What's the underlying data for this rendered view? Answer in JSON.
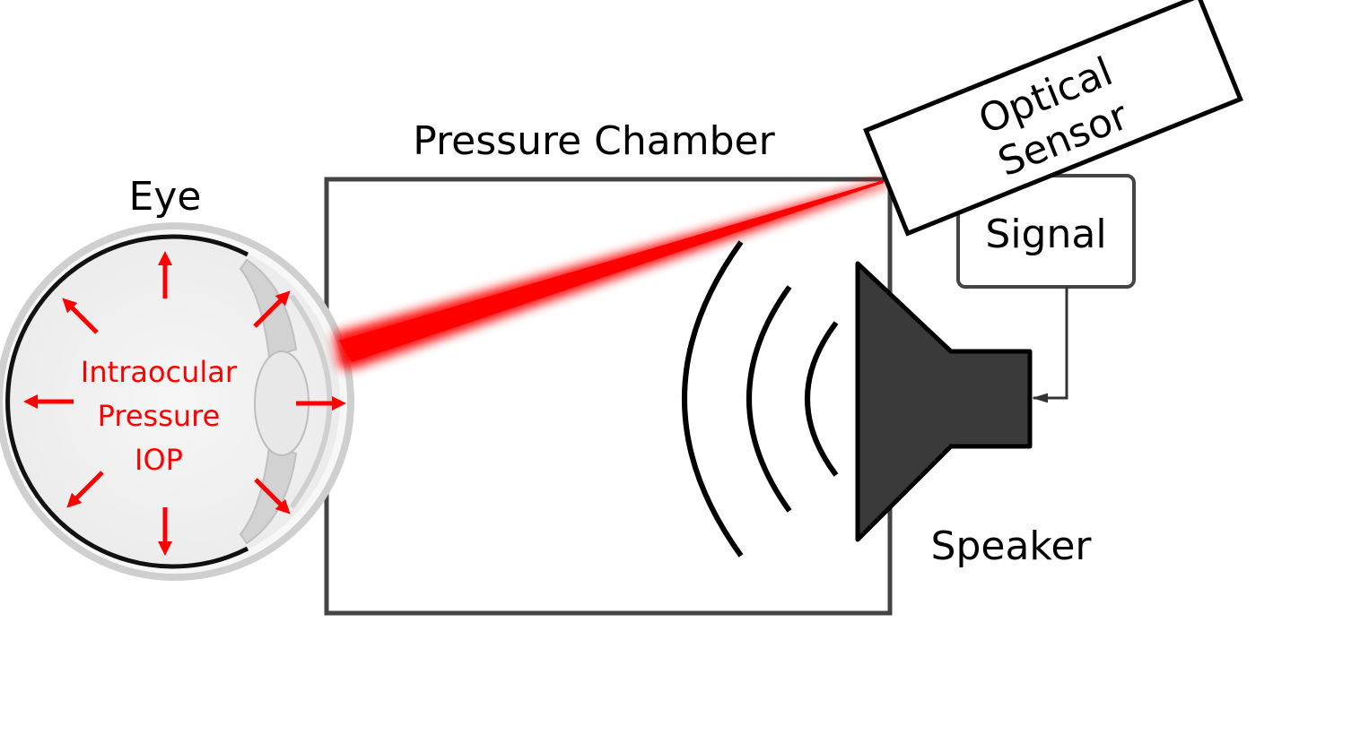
{
  "labels": {
    "eye": "Eye",
    "pressure_chamber": "Pressure Chamber",
    "optical_sensor_line1": "Optical",
    "optical_sensor_line2": "Sensor",
    "signal": "Signal",
    "speaker": "Speaker",
    "iop_line1": "Intraocular",
    "iop_line2": "Pressure",
    "iop_line3": "IOP"
  },
  "colors": {
    "laser_beam": "#ff0000",
    "pressure_arrows": "#ff0000",
    "speaker_fill": "#3a3a3a",
    "chamber_stroke": "#444444",
    "eye_fill": "#f2f2f2"
  },
  "components": [
    {
      "id": "eye",
      "label": "Eye"
    },
    {
      "id": "pressure-chamber",
      "label": "Pressure Chamber"
    },
    {
      "id": "optical-sensor",
      "label": "Optical Sensor"
    },
    {
      "id": "signal",
      "label": "Signal"
    },
    {
      "id": "speaker",
      "label": "Speaker"
    }
  ],
  "connections": [
    {
      "from": "optical-sensor",
      "to": "eye",
      "kind": "laser-beam"
    },
    {
      "from": "signal",
      "to": "speaker",
      "kind": "signal-wire"
    },
    {
      "from": "speaker",
      "to": "pressure-chamber",
      "kind": "sound-waves"
    }
  ]
}
